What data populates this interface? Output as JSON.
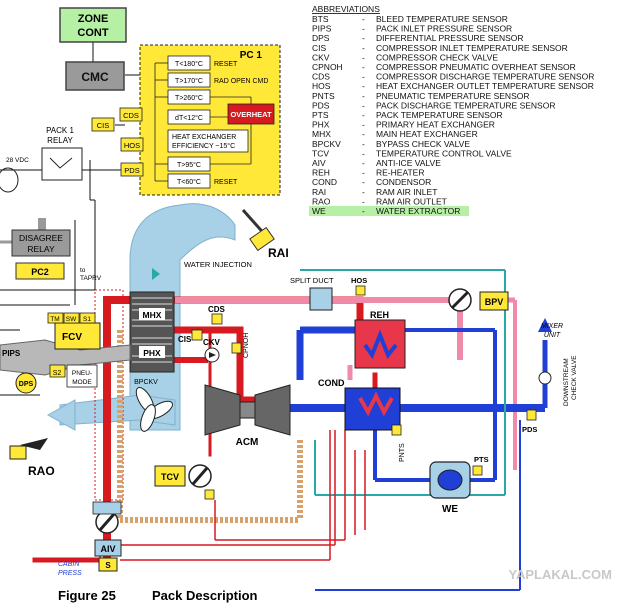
{
  "colors": {
    "hot": "#d71920",
    "cold": "#1f3fd6",
    "warm": "#f08aa8",
    "ram": "#a8d0e6",
    "yellow": "#ffe838",
    "zone": "#b6f0a4",
    "grey": "#9a9a9a",
    "teal": "#2aa7a7",
    "tan": "#d9a06a"
  },
  "title": {
    "figure": "Figure 25",
    "name": "Pack Description"
  },
  "watermark": "YAPLAKAL.COM",
  "abbreviations": {
    "heading": "ABBREVIATIONS",
    "items": [
      {
        "code": "BTS",
        "desc": "BLEED TEMPERATURE SENSOR"
      },
      {
        "code": "PIPS",
        "desc": "PACK INLET PRESSURE SENSOR"
      },
      {
        "code": "DPS",
        "desc": "DIFFERENTIAL PRESSURE SENSOR"
      },
      {
        "code": "CIS",
        "desc": "COMPRESSOR INLET TEMPERATURE SENSOR"
      },
      {
        "code": "CKV",
        "desc": "COMPRESSOR CHECK VALVE"
      },
      {
        "code": "CPNOH",
        "desc": "COMPRESSOR PNEUMATIC OVERHEAT SENSOR"
      },
      {
        "code": "CDS",
        "desc": "COMPRESSOR DISCHARGE TEMPERATURE SENSOR"
      },
      {
        "code": "HOS",
        "desc": "HEAT EXCHANGER OUTLET TEMPERATURE SENSOR"
      },
      {
        "code": "PNTS",
        "desc": "PNEUMATIC TEMPERATURE SENSOR"
      },
      {
        "code": "PDS",
        "desc": "PACK DISCHARGE TEMPERATURE SENSOR"
      },
      {
        "code": "PTS",
        "desc": "PACK TEMPERATURE SENSOR"
      },
      {
        "code": "PHX",
        "desc": "PRIMARY HEAT EXCHANGER"
      },
      {
        "code": "MHX",
        "desc": "MAIN HEAT EXCHANGER"
      },
      {
        "code": "BPCKV",
        "desc": "BYPASS CHECK VALVE"
      },
      {
        "code": "TCV",
        "desc": "TEMPERATURE CONTROL VALVE"
      },
      {
        "code": "AIV",
        "desc": "ANTI-ICE VALVE"
      },
      {
        "code": "REH",
        "desc": "RE-HEATER"
      },
      {
        "code": "COND",
        "desc": "CONDENSOR"
      },
      {
        "code": "RAI",
        "desc": "RAM AIR INLET"
      },
      {
        "code": "RAO",
        "desc": "RAM AIR OUTLET"
      },
      {
        "code": "WE",
        "desc": "WATER EXTRACTOR"
      }
    ],
    "dash": "-"
  },
  "controls": {
    "zone": [
      "ZONE",
      "CONT"
    ],
    "cmc": "CMC",
    "pc1": {
      "title": "PC 1",
      "rows": [
        {
          "cond": "T<180°C",
          "action": "RESET"
        },
        {
          "cond": "T>170°C",
          "action": "RAD OPEN CMD"
        },
        {
          "cond": "T>260°C",
          "action": ""
        },
        {
          "cond": "dT<12°C",
          "action": ""
        },
        {
          "cond": "T>95°C",
          "action": ""
        },
        {
          "cond": "T<60°C",
          "action": "RESET"
        }
      ],
      "hx_lines": [
        "HEAT EXCHANGER",
        "EFFICIENCY ~15°C"
      ],
      "overheat": "OVERHEAT"
    },
    "inputs": [
      "CDS",
      "CIS",
      "HOS",
      "PDS"
    ],
    "relay": [
      "PACK 1",
      "RELAY"
    ],
    "vdc": "28 VDC",
    "disagree": [
      "DISAGREE",
      "RELAY"
    ],
    "pc2": "PC2"
  },
  "components": {
    "rai": "RAI",
    "rao": "RAO",
    "water_injection": "WATER INJECTION",
    "split_duct": "SPLIT DUCT",
    "hos": "HOS",
    "bpv": "BPV",
    "reh": "REH",
    "cond": "COND",
    "acm": "ACM",
    "we": "WE",
    "pts": "PTS",
    "pnts": "PNTS",
    "pds": "PDS",
    "mhx": "MHX",
    "phx": "PHX",
    "bpckv": "BPCKV",
    "cds": "CDS",
    "cis": "CIS",
    "ckv": "CKV",
    "cpnoh": "CPNOH",
    "tcv": "TCV",
    "aiv": "AIV",
    "s": "S",
    "s1": "S1",
    "s2": "S2",
    "tm": "TM",
    "sw": "SW",
    "fcv": "FCV",
    "pneu_mode": [
      "PNEU-",
      "MODE"
    ],
    "pips": "PIPS",
    "dps": "DPS",
    "to_tarv": [
      "to",
      "TAPRV"
    ],
    "mixer_unit": [
      "MIXER",
      "UNIT"
    ],
    "downstream_ckv": [
      "DOWNSTREAM",
      "CHECK VALVE"
    ],
    "cabin_press": [
      "CABIN",
      "PRESS"
    ]
  }
}
